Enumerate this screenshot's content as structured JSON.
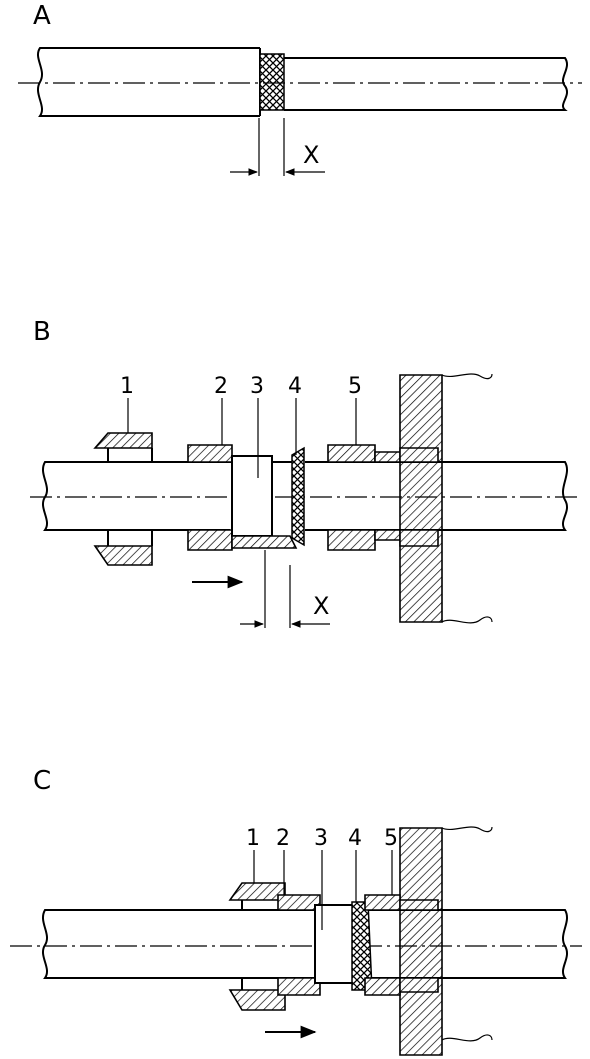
{
  "sections": {
    "a": {
      "label": "A",
      "dim": "X"
    },
    "b": {
      "label": "B",
      "dim": "X",
      "parts": [
        "1",
        "2",
        "3",
        "4",
        "5"
      ]
    },
    "c": {
      "label": "C",
      "parts": [
        "1",
        "2",
        "3",
        "4",
        "5"
      ]
    }
  }
}
